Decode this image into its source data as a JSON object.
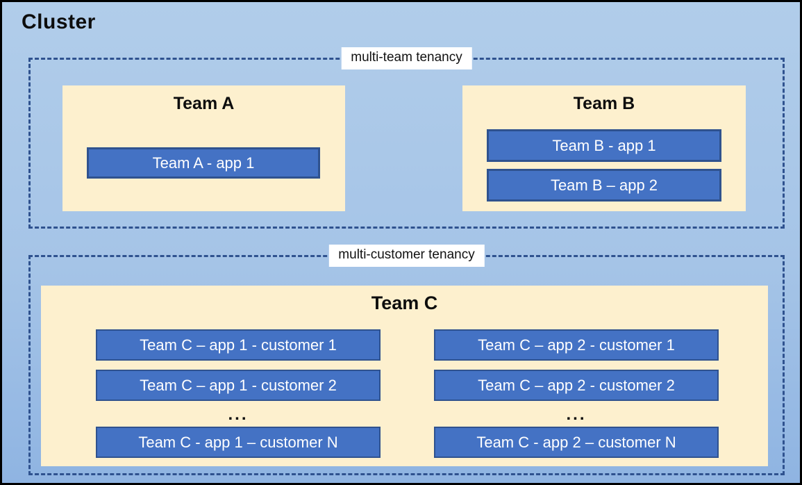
{
  "diagram": {
    "title": "Cluster",
    "sections": [
      {
        "label": "multi-team tenancy",
        "teams": [
          {
            "name": "Team A",
            "apps": [
              "Team A - app 1"
            ]
          },
          {
            "name": "Team B",
            "apps": [
              "Team B - app 1",
              "Team B – app 2"
            ]
          }
        ]
      },
      {
        "label": "multi-customer tenancy",
        "teams": [
          {
            "name": "Team C",
            "columns": [
              {
                "apps": [
                  "Team C – app 1 - customer 1",
                  "Team C – app 1 - customer 2"
                ],
                "ellipsis": "...",
                "last": "Team C - app 1 – customer N"
              },
              {
                "apps": [
                  "Team C – app 2 - customer 1",
                  "Team C – app 2 - customer 2"
                ],
                "ellipsis": "...",
                "last": "Team C - app 2 – customer N"
              }
            ]
          }
        ]
      }
    ],
    "colors": {
      "background_top": "#B1CDEA",
      "background_bottom": "#8FB4E2",
      "outer_border": "#000000",
      "dashed_border": "#2F528F",
      "team_box_fill": "#FDF0CE",
      "app_box_fill": "#4472C4",
      "app_box_border": "#2F528F",
      "app_text": "#FFFFFF",
      "label_background": "#FFFFFF"
    }
  }
}
